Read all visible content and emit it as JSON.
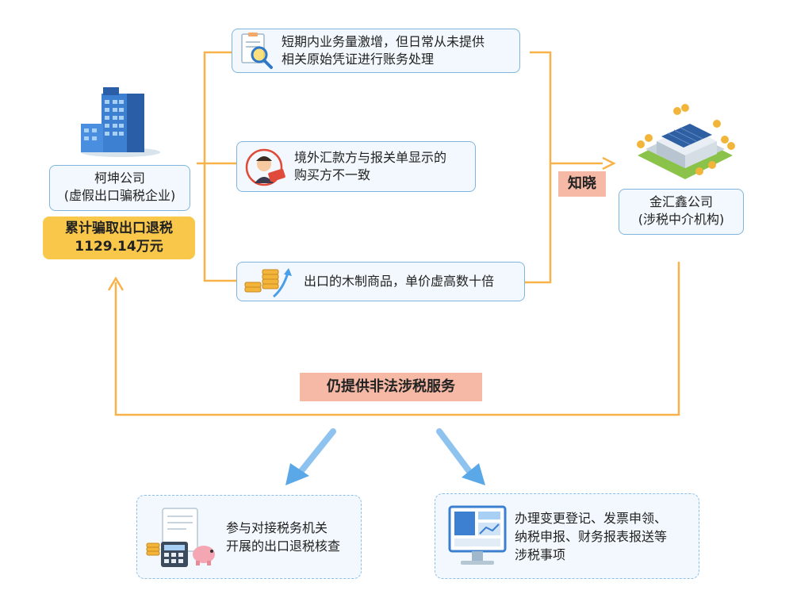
{
  "company": {
    "name": "柯坤公司",
    "desc": "(虚假出口骗税企业)",
    "amount_line1": "累计骗取出口退税",
    "amount_line2": "1129.14万元"
  },
  "agency": {
    "name": "金汇鑫公司",
    "desc": "(涉税中介机构)"
  },
  "evidence": [
    {
      "line1": "短期内业务量激增，但日常从未提供",
      "line2": "相关原始凭证进行账务处理",
      "icon": "magnifier-document-icon"
    },
    {
      "line1": "境外汇款方与报关单显示的",
      "line2": "购买方不一致",
      "icon": "person-stamp-icon"
    },
    {
      "line1": "出口的木制商品，单价虚高数十倍",
      "line2": "",
      "icon": "coins-arrow-icon"
    }
  ],
  "knowing_label": "知晓",
  "service_label": "仍提供非法涉税服务",
  "services": [
    {
      "line1": "参与对接税务机关",
      "line2": "开展的出口退税核查",
      "line3": "",
      "icon": "calculator-piggybank-icon"
    },
    {
      "line1": "办理变更登记、发票申领、",
      "line2": "纳税申报、财务报表报送等",
      "line3": "涉税事项",
      "icon": "computer-monitor-icon"
    }
  ],
  "colors": {
    "connector": "#f7b24a",
    "arrow_blue": "#5aa8e8",
    "box_border": "#7fb5dc",
    "box_fill": "#f2f8fd",
    "highlight": "#f9c84a",
    "tag": "#f6b9a5"
  }
}
